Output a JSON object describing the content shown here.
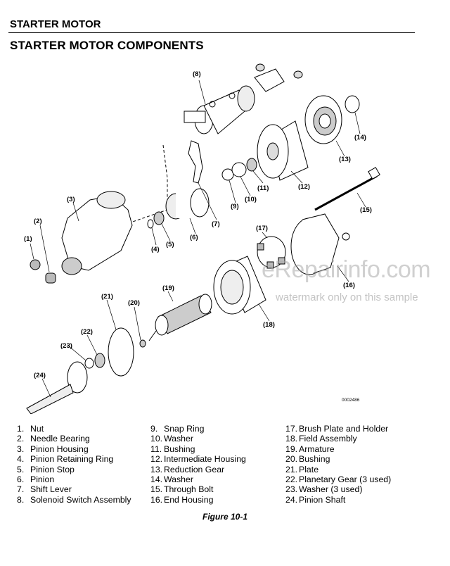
{
  "header": {
    "title": "STARTER MOTOR"
  },
  "page_title": "STARTER MOTOR COMPONENTS",
  "callouts": [
    "(1)",
    "(2)",
    "(3)",
    "(4)",
    "(5)",
    "(6)",
    "(7)",
    "(8)",
    "(9)",
    "(10)",
    "(11)",
    "(12)",
    "(13)",
    "(14)",
    "(15)",
    "(16)",
    "(17)",
    "(18)",
    "(19)",
    "(20)",
    "(21)",
    "(22)",
    "(23)",
    "(24)"
  ],
  "drawing_code": "0002486",
  "watermark": {
    "site": "eRepairinfo.com",
    "note": "watermark only on this sample"
  },
  "legend": {
    "col1": [
      {
        "num": "1.",
        "label": "Nut"
      },
      {
        "num": "2.",
        "label": "Needle Bearing"
      },
      {
        "num": "3.",
        "label": "Pinion Housing"
      },
      {
        "num": "4.",
        "label": "Pinion Retaining Ring"
      },
      {
        "num": "5.",
        "label": "Pinion Stop"
      },
      {
        "num": "6.",
        "label": "Pinion"
      },
      {
        "num": "7.",
        "label": "Shift Lever"
      },
      {
        "num": "8.",
        "label": "Solenoid Switch Assembly"
      }
    ],
    "col2": [
      {
        "num": "9.",
        "label": "Snap Ring"
      },
      {
        "num": "10.",
        "label": "Washer"
      },
      {
        "num": "11.",
        "label": "Bushing"
      },
      {
        "num": "12.",
        "label": "Intermediate Housing"
      },
      {
        "num": "13.",
        "label": "Reduction Gear"
      },
      {
        "num": "14.",
        "label": "Washer"
      },
      {
        "num": "15.",
        "label": "Through Bolt"
      },
      {
        "num": "16.",
        "label": "End Housing"
      }
    ],
    "col3": [
      {
        "num": "17.",
        "label": "Brush Plate and Holder"
      },
      {
        "num": "18.",
        "label": "Field Assembly"
      },
      {
        "num": "19.",
        "label": "Armature"
      },
      {
        "num": "20.",
        "label": "Bushing"
      },
      {
        "num": "21.",
        "label": "Plate"
      },
      {
        "num": "22.",
        "label": "Planetary Gear (3 used)"
      },
      {
        "num": "23.",
        "label": "Washer (3 used)"
      },
      {
        "num": "24.",
        "label": "Pinion Shaft"
      }
    ]
  },
  "figure_caption": "Figure 10-1"
}
